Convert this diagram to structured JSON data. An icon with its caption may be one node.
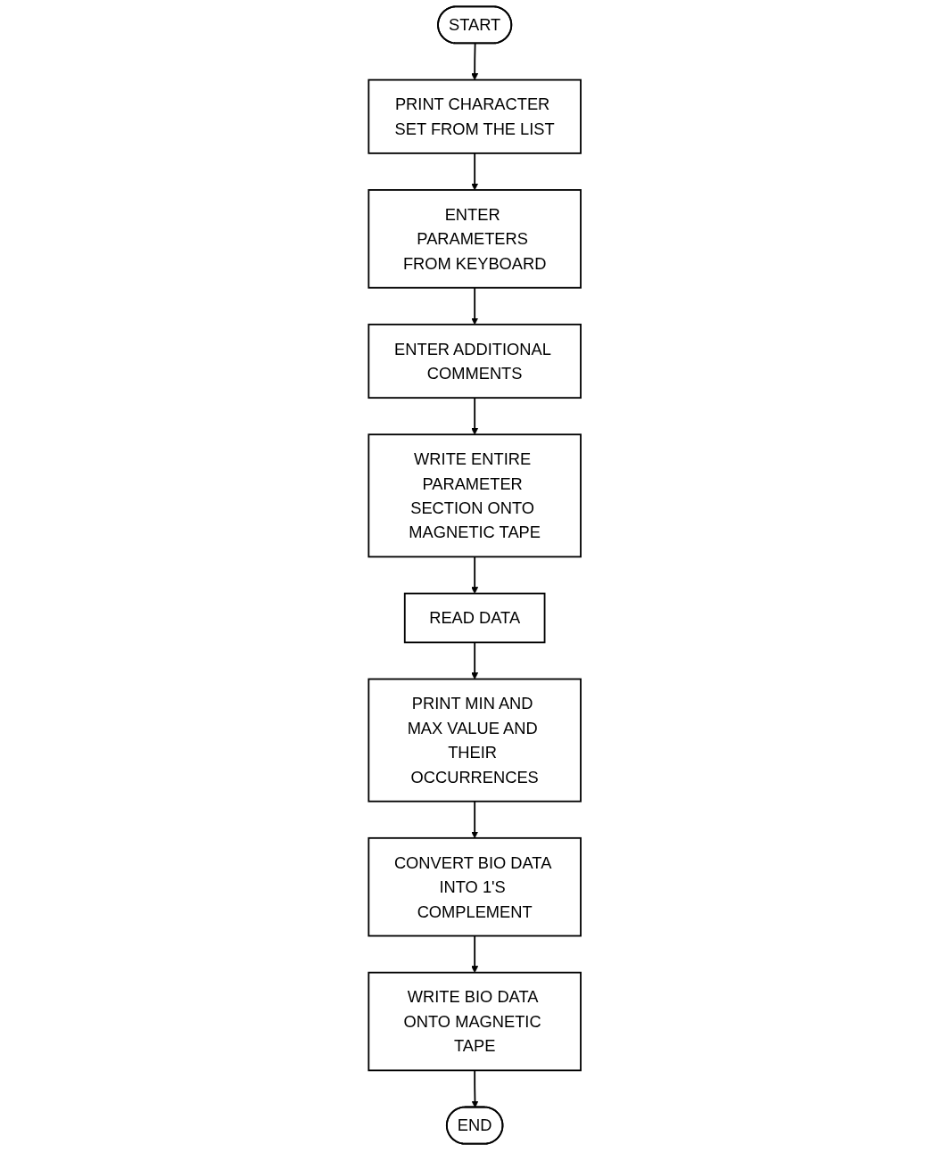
{
  "diagram": {
    "nodes": [
      {
        "text": [
          "START"
        ]
      },
      {
        "text": [
          "PRINT CHARACTER SET FROM THE LIST"
        ]
      },
      {
        "text": [
          "ENTER PARAMETERS FROM KEYBOARD"
        ]
      },
      {
        "text": [
          "ENTER ADDITIONAL COMMENTS"
        ]
      },
      {
        "text": [
          "WRITE ENTIRE PARAMETER SECTION ONTO MAGNETIC TAPE"
        ]
      },
      {
        "text": [
          "READ DATA"
        ]
      },
      {
        "text": [
          "PRINT MIN AND MAX VALUE AND THEIR OCCURRENCES"
        ]
      },
      {
        "text": [
          "CONVERT BIO DATA INTO 1'S COMPLEMENT"
        ]
      },
      {
        "text": [
          "WRITE BIO DATA ONTO MAGNETIC TAPE"
        ]
      },
      {
        "text": [
          "END"
        ]
      }
    ],
    "edges": [
      {
        "from": 0,
        "to": 1,
        "arrow": "to"
      },
      {
        "from": 1,
        "to": 2,
        "arrow": "to"
      },
      {
        "from": 2,
        "to": 3,
        "arrow": "to"
      },
      {
        "from": 3,
        "to": 4,
        "arrow": "to"
      },
      {
        "from": 4,
        "to": 5,
        "arrow": "to"
      },
      {
        "from": 5,
        "to": 6,
        "arrow": "to"
      },
      {
        "from": 6,
        "to": 7,
        "arrow": "to"
      },
      {
        "from": 7,
        "to": 8,
        "arrow": "to"
      },
      {
        "from": 8,
        "to": 9,
        "arrow": "to"
      }
    ]
  }
}
